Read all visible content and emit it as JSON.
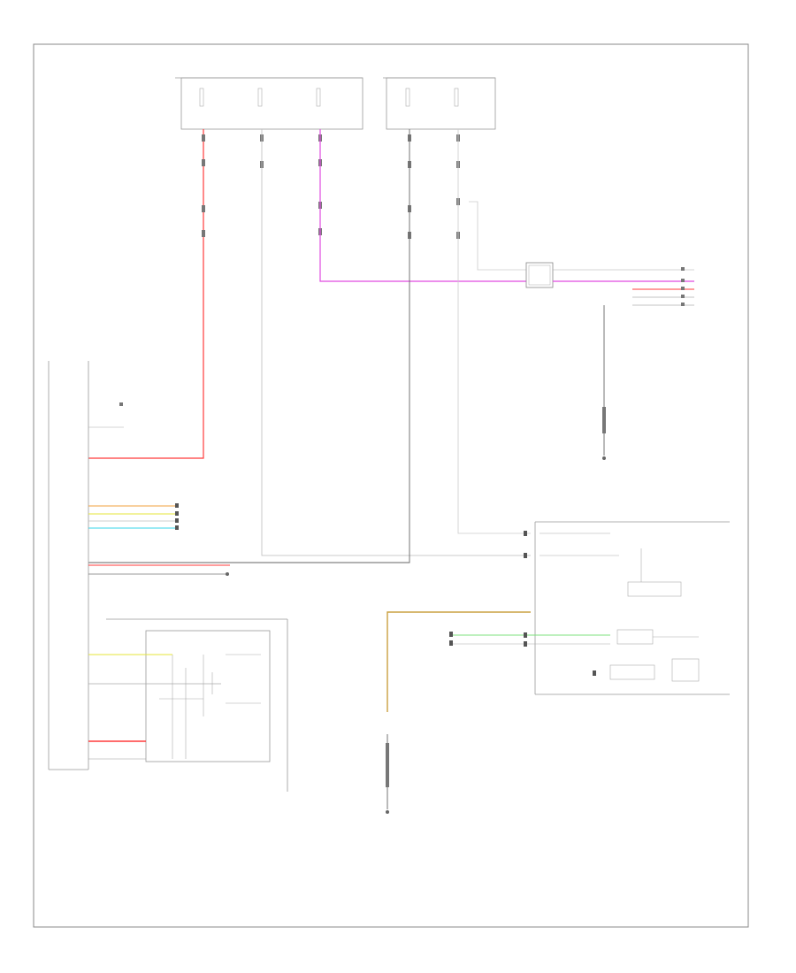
{
  "footer": {
    "code": ""
  },
  "colors": {
    "red": "#ff3b3b",
    "pink": "#e04ae0",
    "orange": "#f2a23c",
    "yellow": "#e6e63a",
    "cyan": "#34d6e8",
    "green": "#7ce07c",
    "tan": "#caa040",
    "black": "#555555",
    "frame": "#888888"
  },
  "blocks": [
    {
      "id": "fuse-block-left",
      "label": ""
    },
    {
      "id": "fuse-block-right",
      "label": ""
    },
    {
      "id": "ecm",
      "label": ""
    },
    {
      "id": "steering-sensor",
      "label": ""
    },
    {
      "id": "splice-connector",
      "label": ""
    },
    {
      "id": "ground-stud-right",
      "label": ""
    },
    {
      "id": "ground-stud-bottom",
      "label": ""
    },
    {
      "id": "vehicle-speed-sensor",
      "label": ""
    },
    {
      "id": "combination-meter",
      "label": ""
    }
  ]
}
